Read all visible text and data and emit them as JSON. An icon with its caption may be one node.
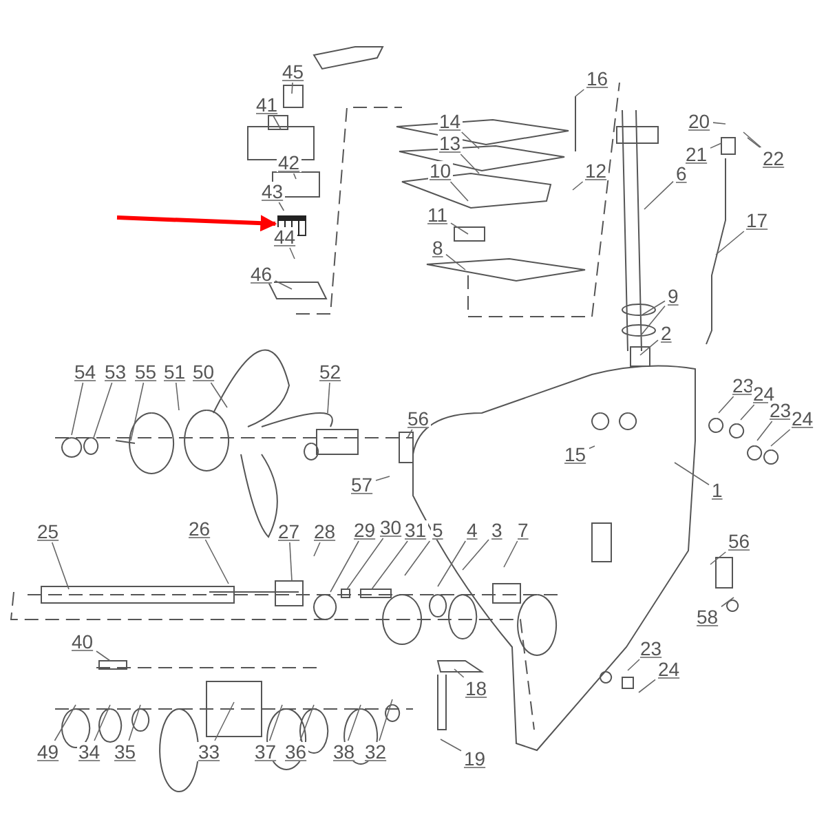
{
  "diagram": {
    "nodes": [
      {
        "text": [
          "45"
        ]
      },
      {
        "text": [
          "41"
        ]
      },
      {
        "text": [
          "42"
        ]
      },
      {
        "text": [
          "43"
        ]
      },
      {
        "text": [],
        "shape": "box"
      },
      {
        "text": [
          "44"
        ]
      },
      {
        "text": [
          "46"
        ]
      },
      {
        "text": [
          "16"
        ]
      },
      {
        "text": [
          "14"
        ]
      },
      {
        "text": [
          "13"
        ]
      },
      {
        "text": [
          "10"
        ]
      },
      {
        "text": [
          "12"
        ]
      },
      {
        "text": [
          "11"
        ]
      },
      {
        "text": [
          "8"
        ]
      },
      {
        "text": [
          "6"
        ]
      },
      {
        "text": [
          "20"
        ]
      },
      {
        "text": [
          "21"
        ]
      },
      {
        "text": [
          "22"
        ]
      },
      {
        "text": [
          "17"
        ]
      },
      {
        "text": [
          "9"
        ]
      },
      {
        "text": [
          "2"
        ]
      },
      {
        "text": [
          "54"
        ]
      },
      {
        "text": [
          "53"
        ]
      },
      {
        "text": [
          "55"
        ]
      },
      {
        "text": [
          "51"
        ]
      },
      {
        "text": [
          "50"
        ]
      },
      {
        "text": [
          "52"
        ]
      },
      {
        "text": [
          "56"
        ]
      },
      {
        "text": [
          "57"
        ]
      },
      {
        "text": [
          "15"
        ]
      },
      {
        "text": [
          "23"
        ]
      },
      {
        "text": [
          "24"
        ]
      },
      {
        "text": [
          "23"
        ]
      },
      {
        "text": [
          "24"
        ]
      },
      {
        "text": [
          "1"
        ]
      },
      {
        "text": [
          "25"
        ]
      },
      {
        "text": [
          "26"
        ]
      },
      {
        "text": [
          "27"
        ]
      },
      {
        "text": [
          "28"
        ]
      },
      {
        "text": [
          "29"
        ]
      },
      {
        "text": [
          "30"
        ]
      },
      {
        "text": [
          "31"
        ]
      },
      {
        "text": [
          "5"
        ]
      },
      {
        "text": [
          "4"
        ]
      },
      {
        "text": [
          "3"
        ]
      },
      {
        "text": [
          "7"
        ]
      },
      {
        "text": [
          "56"
        ]
      },
      {
        "text": [
          "58"
        ]
      },
      {
        "text": [
          "40"
        ]
      },
      {
        "text": [
          "23"
        ]
      },
      {
        "text": [
          "24"
        ]
      },
      {
        "text": [
          "18"
        ]
      },
      {
        "text": [
          "19"
        ]
      },
      {
        "text": [
          "49"
        ]
      },
      {
        "text": [
          "34"
        ]
      },
      {
        "text": [
          "35"
        ]
      },
      {
        "text": [
          "33"
        ]
      },
      {
        "text": [
          "37"
        ]
      },
      {
        "text": [
          "36"
        ]
      },
      {
        "text": [
          "38"
        ]
      },
      {
        "text": [
          "32"
        ]
      }
    ],
    "edges": [
      {
        "from": null,
        "to": 4,
        "arrow": "to",
        "style": "thick",
        "color": "#ff0000"
      },
      {
        "from": 0,
        "to": null,
        "arrow": "none"
      },
      {
        "from": 1,
        "to": null,
        "arrow": "none"
      },
      {
        "from": 2,
        "to": null,
        "arrow": "none"
      },
      {
        "from": 3,
        "to": 4,
        "arrow": "none"
      },
      {
        "from": 5,
        "to": null,
        "arrow": "none"
      },
      {
        "from": 6,
        "to": null,
        "arrow": "none"
      },
      {
        "from": 7,
        "to": null,
        "arrow": "none"
      },
      {
        "from": 8,
        "to": null,
        "arrow": "none"
      },
      {
        "from": 9,
        "to": null,
        "arrow": "none"
      },
      {
        "from": 10,
        "to": null,
        "arrow": "none"
      },
      {
        "from": 11,
        "to": null,
        "arrow": "none"
      },
      {
        "from": 12,
        "to": null,
        "arrow": "none"
      },
      {
        "from": 13,
        "to": null,
        "arrow": "none"
      },
      {
        "from": 14,
        "to": null,
        "arrow": "none"
      },
      {
        "from": 15,
        "to": null,
        "arrow": "none"
      },
      {
        "from": 16,
        "to": null,
        "arrow": "none"
      },
      {
        "from": 17,
        "to": null,
        "arrow": "none"
      },
      {
        "from": 17,
        "to": null,
        "arrow": "none"
      },
      {
        "from": 18,
        "to": null,
        "arrow": "none"
      },
      {
        "from": 19,
        "to": null,
        "arrow": "none"
      },
      {
        "from": 19,
        "to": null,
        "arrow": "none"
      },
      {
        "from": 20,
        "to": null,
        "arrow": "none"
      },
      {
        "from": 21,
        "to": null,
        "arrow": "none"
      },
      {
        "from": 22,
        "to": null,
        "arrow": "none"
      },
      {
        "from": 23,
        "to": null,
        "arrow": "none"
      },
      {
        "from": 24,
        "to": null,
        "arrow": "none"
      },
      {
        "from": 25,
        "to": null,
        "arrow": "none"
      },
      {
        "from": 26,
        "to": null,
        "arrow": "none"
      },
      {
        "from": 27,
        "to": null,
        "arrow": "none"
      },
      {
        "from": 28,
        "to": null,
        "arrow": "none"
      },
      {
        "from": 29,
        "to": null,
        "arrow": "none"
      },
      {
        "from": 30,
        "to": null,
        "arrow": "none"
      },
      {
        "from": 31,
        "to": null,
        "arrow": "none"
      },
      {
        "from": 32,
        "to": null,
        "arrow": "none"
      },
      {
        "from": 33,
        "to": null,
        "arrow": "none"
      },
      {
        "from": 34,
        "to": null,
        "arrow": "none"
      },
      {
        "from": 35,
        "to": null,
        "arrow": "none"
      },
      {
        "from": 36,
        "to": null,
        "arrow": "none"
      },
      {
        "from": 37,
        "to": null,
        "arrow": "none"
      },
      {
        "from": 38,
        "to": null,
        "arrow": "none"
      },
      {
        "from": 39,
        "to": null,
        "arrow": "none"
      },
      {
        "from": 40,
        "to": null,
        "arrow": "none"
      },
      {
        "from": 41,
        "to": null,
        "arrow": "none"
      },
      {
        "from": 42,
        "to": null,
        "arrow": "none"
      },
      {
        "from": 43,
        "to": null,
        "arrow": "none"
      },
      {
        "from": 44,
        "to": null,
        "arrow": "none"
      },
      {
        "from": 45,
        "to": null,
        "arrow": "none"
      },
      {
        "from": 46,
        "to": null,
        "arrow": "none"
      },
      {
        "from": 47,
        "to": null,
        "arrow": "none"
      },
      {
        "from": 48,
        "to": null,
        "arrow": "none"
      },
      {
        "from": 49,
        "to": null,
        "arrow": "none"
      },
      {
        "from": 50,
        "to": null,
        "arrow": "none"
      },
      {
        "from": 51,
        "to": null,
        "arrow": "none"
      },
      {
        "from": 52,
        "to": null,
        "arrow": "none"
      },
      {
        "from": 53,
        "to": null,
        "arrow": "none"
      },
      {
        "from": 54,
        "to": null,
        "arrow": "none"
      },
      {
        "from": 55,
        "to": null,
        "arrow": "none"
      },
      {
        "from": 56,
        "to": null,
        "arrow": "none"
      },
      {
        "from": 57,
        "to": null,
        "arrow": "none"
      },
      {
        "from": 58,
        "to": null,
        "arrow": "none"
      },
      {
        "from": 59,
        "to": null,
        "arrow": "none"
      },
      {
        "from": 60,
        "to": null,
        "arrow": "none"
      }
    ]
  }
}
